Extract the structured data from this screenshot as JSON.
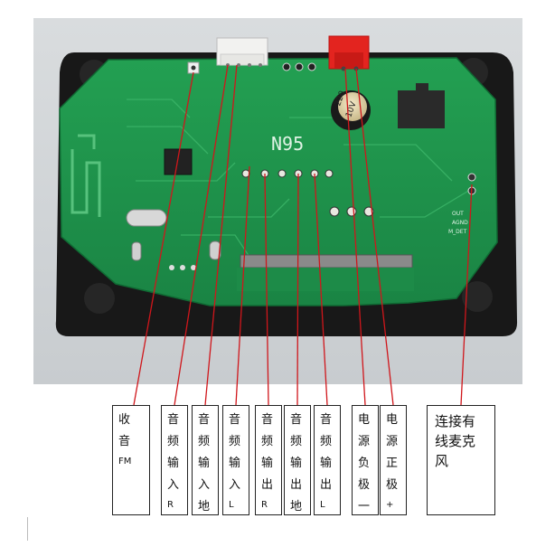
{
  "board": {
    "model": "N95",
    "cap_label_1": "220",
    "cap_label_2": "10V",
    "silk_out": "OUT",
    "silk_agnd": "AGND",
    "silk_mdet": "M_DET"
  },
  "labels": [
    {
      "id": "fm",
      "lines": [
        "收",
        "音",
        "FM"
      ]
    },
    {
      "id": "audio-in-r",
      "lines": [
        "音",
        "频",
        "输",
        "入",
        "R"
      ]
    },
    {
      "id": "audio-in-gnd",
      "lines": [
        "音",
        "频",
        "输",
        "入",
        "地"
      ]
    },
    {
      "id": "audio-in-l",
      "lines": [
        "音",
        "频",
        "输",
        "入",
        "L"
      ]
    },
    {
      "id": "audio-out-r",
      "lines": [
        "音",
        "频",
        "输",
        "出",
        "R"
      ]
    },
    {
      "id": "audio-out-gnd",
      "lines": [
        "音",
        "频",
        "输",
        "出",
        "地"
      ]
    },
    {
      "id": "audio-out-l",
      "lines": [
        "音",
        "频",
        "输",
        "出",
        "L"
      ]
    },
    {
      "id": "power-neg",
      "lines": [
        "电",
        "源",
        "负",
        "极",
        "一"
      ]
    },
    {
      "id": "power-pos",
      "lines": [
        "电",
        "源",
        "正",
        "极",
        "+"
      ]
    },
    {
      "id": "mic",
      "lines": [
        "连接有",
        "线麦克",
        "风"
      ]
    }
  ],
  "colors": {
    "pcb": "#1f8f4a",
    "pcb_dark": "#167a3c",
    "frame": "#161616",
    "lead_line": "#d0161b",
    "connector_white": "#f2f2f0",
    "connector_red": "#e3241f"
  }
}
